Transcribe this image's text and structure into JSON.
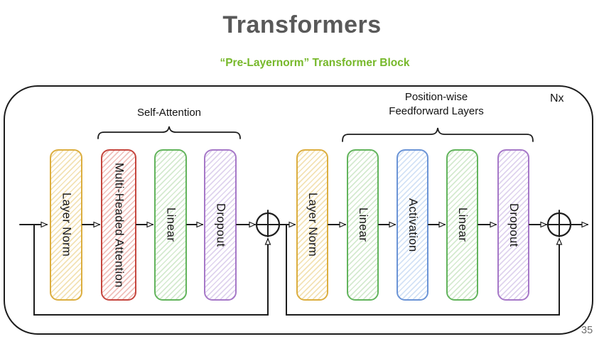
{
  "title": "Transformers",
  "subtitle": "“Pre-Layernorm” Transformer Block",
  "page_number": "35",
  "colors": {
    "title_gray": "#595959",
    "subtitle_green": "#76B82A",
    "line_black": "#1d1d1d",
    "page_number_gray": "#6e6e6e"
  },
  "diagram": {
    "repeat_label": "Nx",
    "group_labels": {
      "self_attention": "Self-Attention",
      "ffn_line1": "Position-wise",
      "ffn_line2": "Feedforward Layers"
    },
    "boxes": [
      {
        "label": "Layer Norm",
        "border_color": "#DCAE3F",
        "stripe_color": "#F3E2B4"
      },
      {
        "label": "Multi-Headed Attention",
        "border_color": "#C5463E",
        "stripe_color": "#F0C0BB"
      },
      {
        "label": "Linear",
        "border_color": "#62B45C",
        "stripe_color": "#D4EACF"
      },
      {
        "label": "Dropout",
        "border_color": "#A678C8",
        "stripe_color": "#DFD3EE"
      },
      {
        "label": "Layer Norm",
        "border_color": "#DCAE3F",
        "stripe_color": "#F3E2B4"
      },
      {
        "label": "Linear",
        "border_color": "#62B45C",
        "stripe_color": "#D4EACF"
      },
      {
        "label": "Activation",
        "border_color": "#6B94D6",
        "stripe_color": "#D3E2F6"
      },
      {
        "label": "Linear",
        "border_color": "#62B45C",
        "stripe_color": "#D4EACF"
      },
      {
        "label": "Dropout",
        "border_color": "#A678C8",
        "stripe_color": "#DFD3EE"
      }
    ],
    "operators": [
      {
        "name": "residual-add-1",
        "symbol": "⊕"
      },
      {
        "name": "residual-add-2",
        "symbol": "⊕"
      }
    ]
  }
}
